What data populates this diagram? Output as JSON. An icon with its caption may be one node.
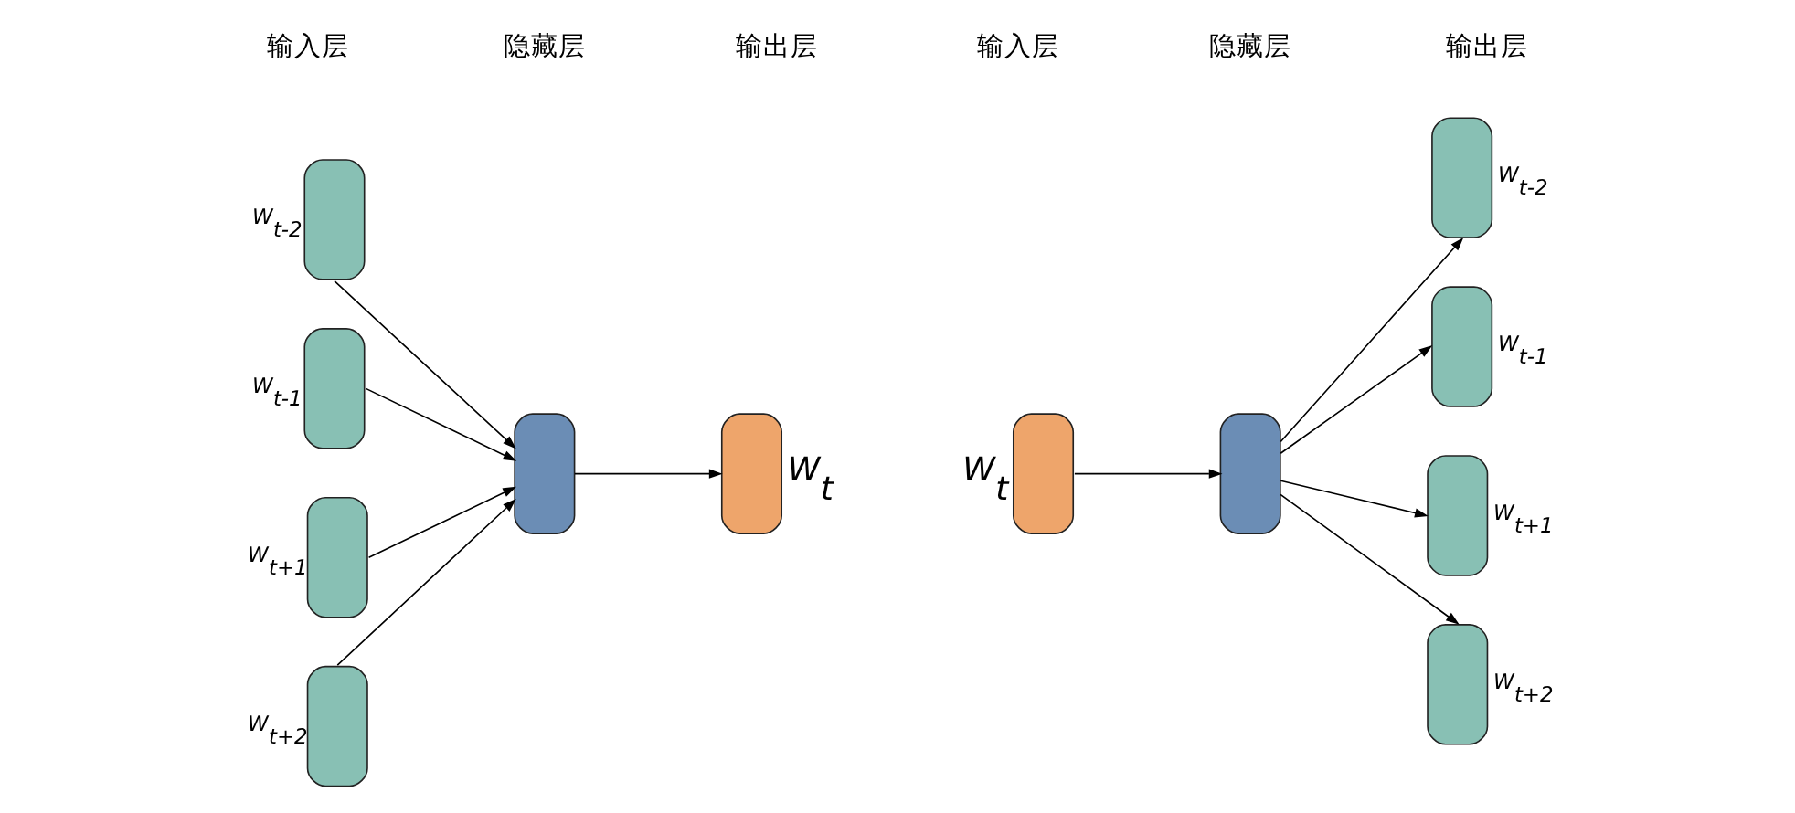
{
  "diagram": {
    "nodes": [
      {
        "text": [],
        "shape": "box",
        "beside": [
          "W$_{t-2}$"
        ]
      },
      {
        "text": [],
        "shape": "box",
        "beside": [
          "W$_{t-1}$"
        ]
      },
      {
        "text": [],
        "shape": "box",
        "beside": [
          "W$_{t+1}$"
        ]
      },
      {
        "text": [],
        "shape": "box",
        "beside": [
          "W$_{t+2}$"
        ]
      },
      {
        "text": [],
        "shape": "box"
      },
      {
        "text": [],
        "shape": "box",
        "beside": [
          "W$_{t}$"
        ]
      },
      {
        "text": [],
        "shape": "box",
        "beside": [
          "W$_{t}$"
        ]
      },
      {
        "text": [],
        "shape": "box"
      },
      {
        "text": [],
        "shape": "box",
        "beside": [
          "W$_{t-2}$"
        ]
      },
      {
        "text": [],
        "shape": "box",
        "beside": [
          "W$_{t-1}$"
        ]
      },
      {
        "text": [],
        "shape": "box",
        "beside": [
          "W$_{t+1}$"
        ]
      },
      {
        "text": [],
        "shape": "box",
        "beside": [
          "W$_{t+2}$"
        ]
      }
    ],
    "edges": [
      {
        "from": 0,
        "to": 4,
        "arrow": "to"
      },
      {
        "from": 1,
        "to": 4,
        "arrow": "to"
      },
      {
        "from": 2,
        "to": 4,
        "arrow": "to"
      },
      {
        "from": 3,
        "to": 4,
        "arrow": "to"
      },
      {
        "from": 4,
        "to": 5,
        "arrow": "to"
      },
      {
        "from": 6,
        "to": 7,
        "arrow": "to"
      },
      {
        "from": 7,
        "to": 8,
        "arrow": "to"
      },
      {
        "from": 7,
        "to": 9,
        "arrow": "to"
      },
      {
        "from": 7,
        "to": 10,
        "arrow": "to"
      },
      {
        "from": 7,
        "to": 11,
        "arrow": "to"
      }
    ],
    "labels": [
      "输入层",
      "隐藏层",
      "输出层",
      "输入层",
      "隐藏层",
      "输出层"
    ]
  }
}
